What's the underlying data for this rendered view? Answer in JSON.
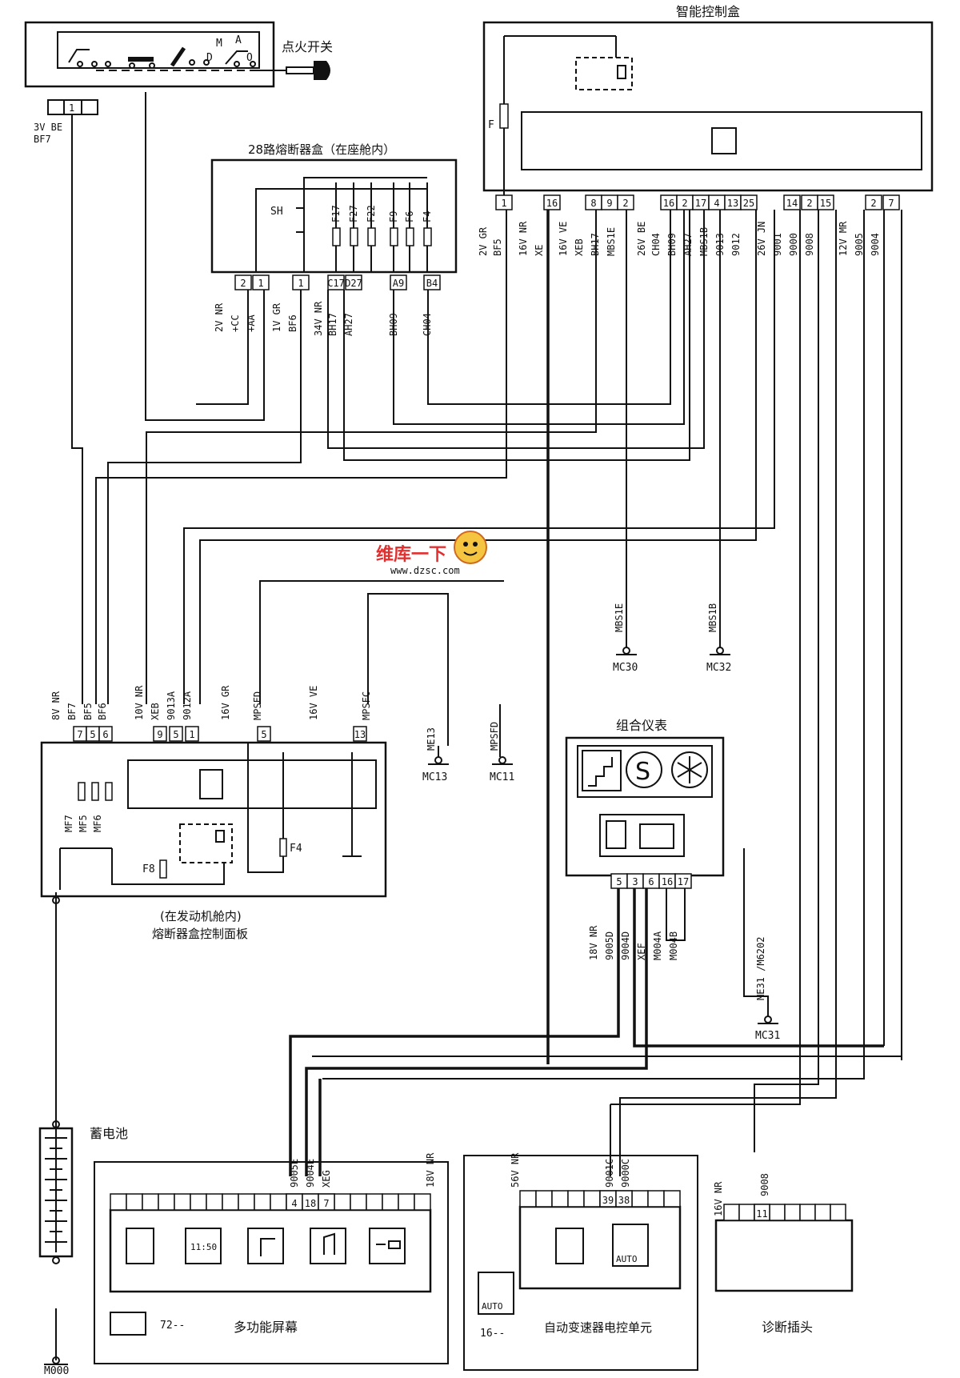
{
  "components": {
    "ignition_switch": {
      "label": "点火开关",
      "positions": [
        "M",
        "A",
        "D",
        "O"
      ],
      "connector_pin": "1",
      "wire": "3V BE",
      "wire_code": "BF7"
    },
    "bsi": {
      "label": "智能控制盒",
      "fuse": "F",
      "pins": [
        "1",
        "16",
        "8",
        "9",
        "2",
        "16",
        "2",
        "17",
        "4",
        "13",
        "25",
        "14",
        "2",
        "15",
        "2",
        "7"
      ],
      "wires": [
        "2V GR",
        "BF5",
        "16V NR",
        "XE",
        "16V VE",
        "XEB",
        "BH17",
        "MBS1E",
        "26V BE",
        "CH04",
        "BH09",
        "AH27",
        "MBS1B",
        "9013",
        "9012",
        "26V JN",
        "9001",
        "9000",
        "9008",
        "12V MR",
        "9005",
        "9004"
      ]
    },
    "cabin_fuse_box": {
      "label": "28路熔断器盒（在座舱内）",
      "sh": "SH",
      "fuses": [
        "F17",
        "F27",
        "F22",
        "F9",
        "F6",
        "F4"
      ],
      "pins": [
        "2",
        "1",
        "1",
        "C17",
        "D27",
        "A9",
        "B4"
      ],
      "wires": [
        "2V NR",
        "+CC",
        "+AA",
        "1V GR",
        "BF6",
        "34V NR",
        "BH17",
        "AH27",
        "BH09",
        "CH04"
      ]
    },
    "engine_fuse_box": {
      "label_1": "(在发动机舱内)",
      "label_2": "熔断器盒控制面板",
      "pins": [
        "7",
        "5",
        "6",
        "9",
        "5",
        "1",
        "5",
        "13"
      ],
      "wires": [
        "8V NR",
        "BF7",
        "BF5",
        "BF6",
        "10V NR",
        "XEB",
        "9013A",
        "9012A",
        "16V GR",
        "MPSFD",
        "16V VE",
        "MPSFC"
      ],
      "internal": [
        "MF7",
        "MF5",
        "MF6",
        "F8",
        "F4"
      ]
    },
    "grounds": [
      "MBS1E",
      "MC30",
      "MBS1B",
      "MC32",
      "ME13",
      "MC13",
      "MPSFD",
      "MC11",
      "ME31 /M6202",
      "MC31",
      "M000"
    ],
    "watermark": {
      "brand": "维库一下",
      "url": "www.dzsc.com"
    },
    "cluster": {
      "label": "组合仪表",
      "pins": [
        "5",
        "3",
        "6",
        "16",
        "17"
      ],
      "wires": [
        "18V NR",
        "9005D",
        "9004D",
        "XEF",
        "M004A",
        "M004B"
      ]
    },
    "battery": {
      "label": "蓄电池"
    },
    "display": {
      "label": "多功能屏幕",
      "code": "72--",
      "clock": "11:50",
      "pins": [
        "4",
        "18",
        "7"
      ],
      "wires": [
        "9005E",
        "9004E",
        "XEG",
        "18V NR"
      ]
    },
    "gearbox_ecu": {
      "label": "自动变速器电控单元",
      "code": "16--",
      "auto": "AUTO",
      "pins": [
        "39",
        "38"
      ],
      "wires": [
        "56V NR",
        "9001C",
        "9000C"
      ]
    },
    "diag_plug": {
      "label": "诊断插头",
      "pin": "11",
      "wires": [
        "16V NR",
        "9008"
      ]
    }
  }
}
